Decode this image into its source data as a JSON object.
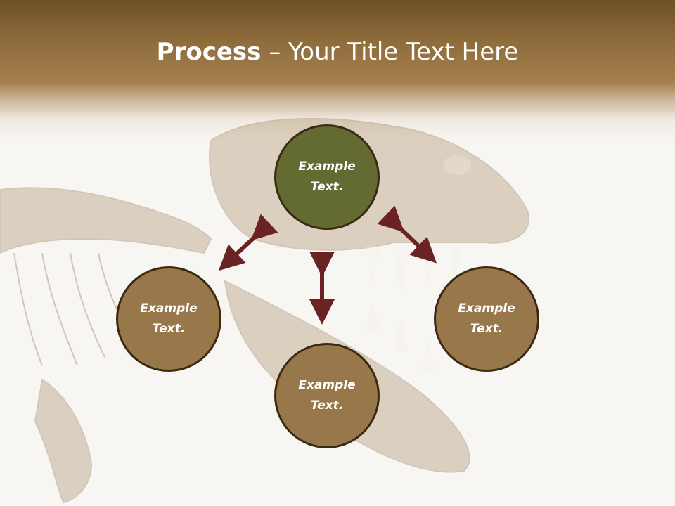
{
  "title": {
    "bold": "Process",
    "dash": "–",
    "rest": "Your Title Text Here"
  },
  "nodes": [
    {
      "line1": "Example",
      "line2": "Text."
    },
    {
      "line1": "Example",
      "line2": "Text."
    },
    {
      "line1": "Example",
      "line2": "Text."
    },
    {
      "line1": "Example",
      "line2": "Text."
    }
  ],
  "colors": {
    "header_band": "#8f6c3c",
    "top_node_fill": "#636a32",
    "node_fill": "#98784b",
    "node_border": "#3a2a12",
    "arrow": "#6b2222",
    "background_image": "faded dinosaur skeleton"
  }
}
